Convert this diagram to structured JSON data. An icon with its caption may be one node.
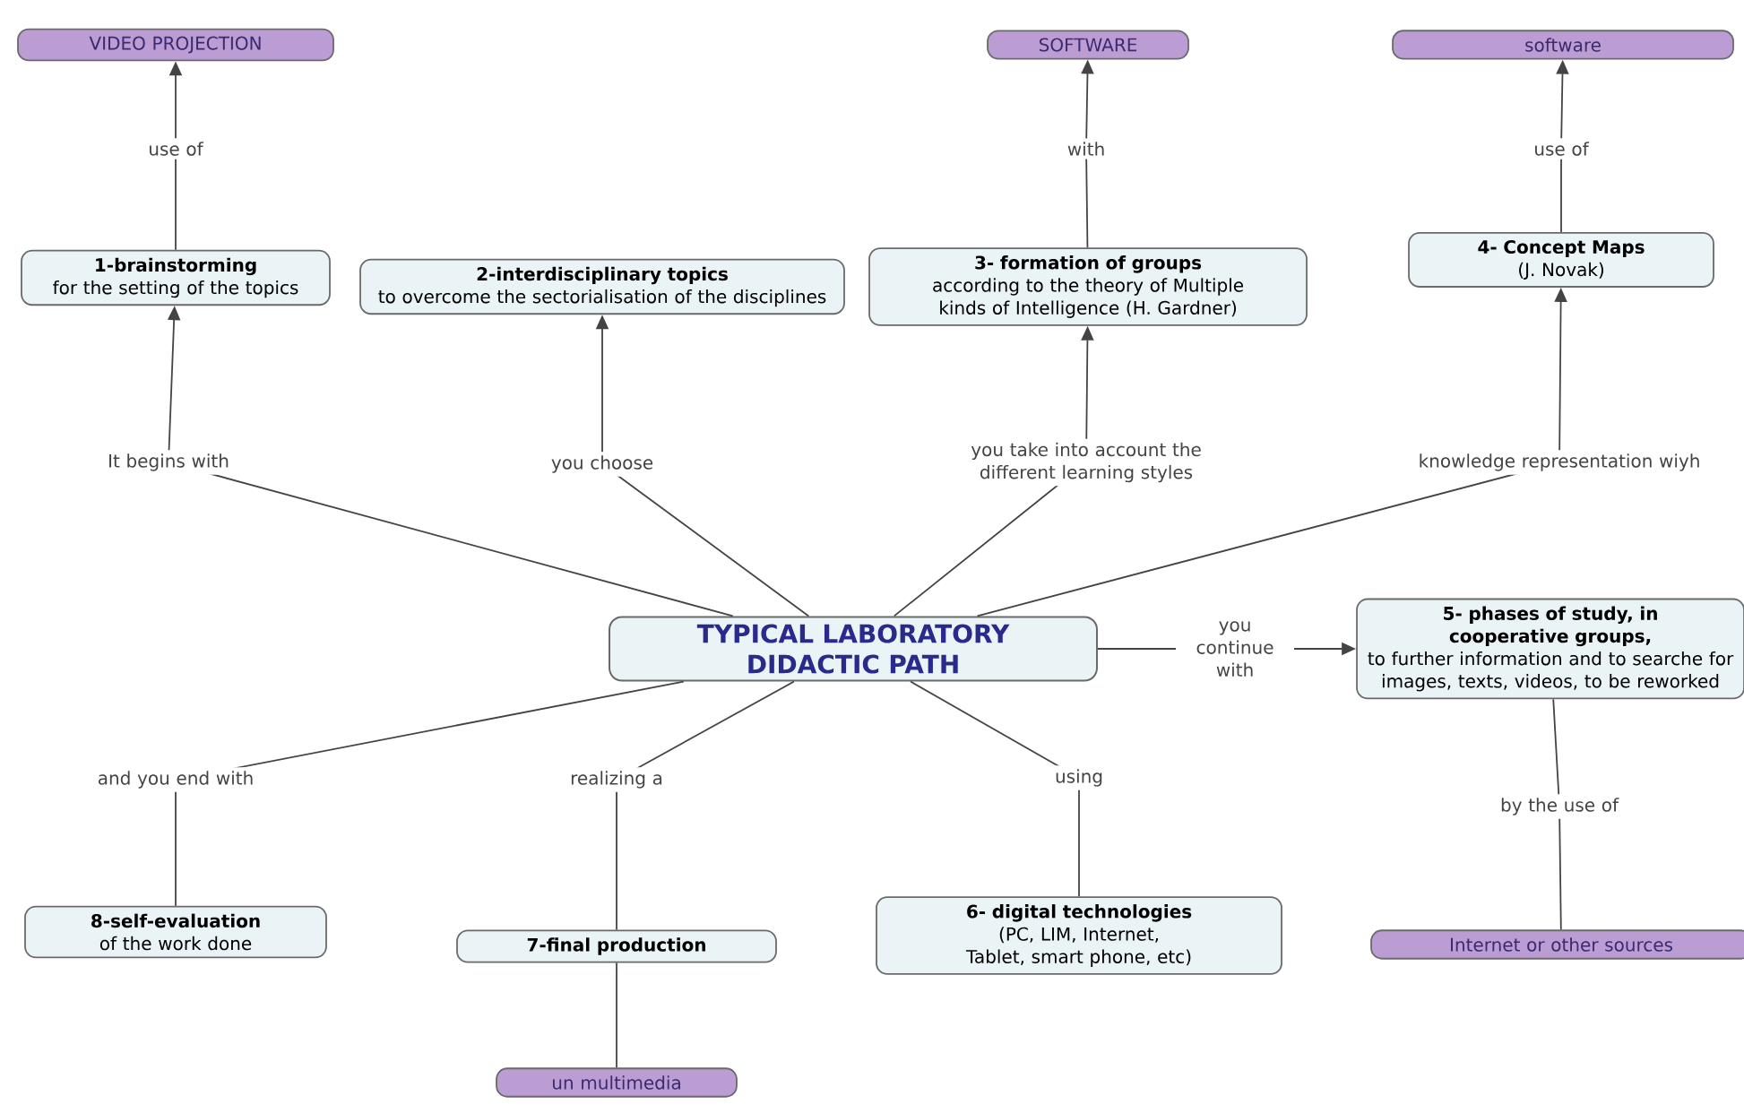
{
  "diagram": {
    "nodes": [
      {
        "text": [
          "TYPICAL LABORATORY DIDACTIC PATH"
        ]
      },
      {
        "text": [
          "VIDEO PROJECTION"
        ]
      },
      {
        "text": [
          "SOFTWARE"
        ]
      },
      {
        "text": [
          "software"
        ]
      },
      {
        "text": [
          "1-brainstorming",
          "for the setting of the topics"
        ]
      },
      {
        "text": [
          "2-interdisciplinary topics",
          "to overcome the sectorialisation of the disciplines"
        ]
      },
      {
        "text": [
          "3- formation of groups",
          "according to the theory of Multiple kinds of Intelligence (H. Gardner)"
        ]
      },
      {
        "text": [
          "4- Concept Maps",
          "(J. Novak)"
        ]
      },
      {
        "text": [
          "5- phases of study, in cooperative groups,",
          "to further information and to searche for images, texts, videos, to be reworked"
        ]
      },
      {
        "text": [
          "6- digital technologies",
          "(PC, LIM, Internet, Tablet, smart phone, etc)"
        ]
      },
      {
        "text": [
          "7-final production"
        ]
      },
      {
        "text": [
          "8-self-evaluation",
          "of the work done"
        ]
      },
      {
        "text": [
          "un multimedia"
        ]
      },
      {
        "text": [
          "Internet or other sources"
        ]
      }
    ],
    "edges": [
      {
        "from": 0,
        "to": 4,
        "arrow": "to",
        "label": "It begins with"
      },
      {
        "from": 0,
        "to": 5,
        "arrow": "to",
        "label": "you choose"
      },
      {
        "from": 0,
        "to": 6,
        "arrow": "to",
        "label": "you take into account the different learning styles"
      },
      {
        "from": 0,
        "to": 7,
        "arrow": "to",
        "label": "knowledge representation wiyh"
      },
      {
        "from": 0,
        "to": 8,
        "arrow": "to",
        "label": "you continue with"
      },
      {
        "from": 0,
        "to": 9,
        "arrow": "none",
        "label": "using"
      },
      {
        "from": 0,
        "to": 10,
        "arrow": "none",
        "label": "realizing a"
      },
      {
        "from": 0,
        "to": 11,
        "arrow": "none",
        "label": "and you end with"
      },
      {
        "from": 4,
        "to": 1,
        "arrow": "to",
        "label": "use of"
      },
      {
        "from": 6,
        "to": 2,
        "arrow": "to",
        "label": "with"
      },
      {
        "from": 7,
        "to": 3,
        "arrow": "to",
        "label": "use of"
      },
      {
        "from": 8,
        "to": 13,
        "arrow": "none",
        "label": "by the use of"
      },
      {
        "from": 10,
        "to": 12,
        "arrow": "none"
      }
    ]
  }
}
